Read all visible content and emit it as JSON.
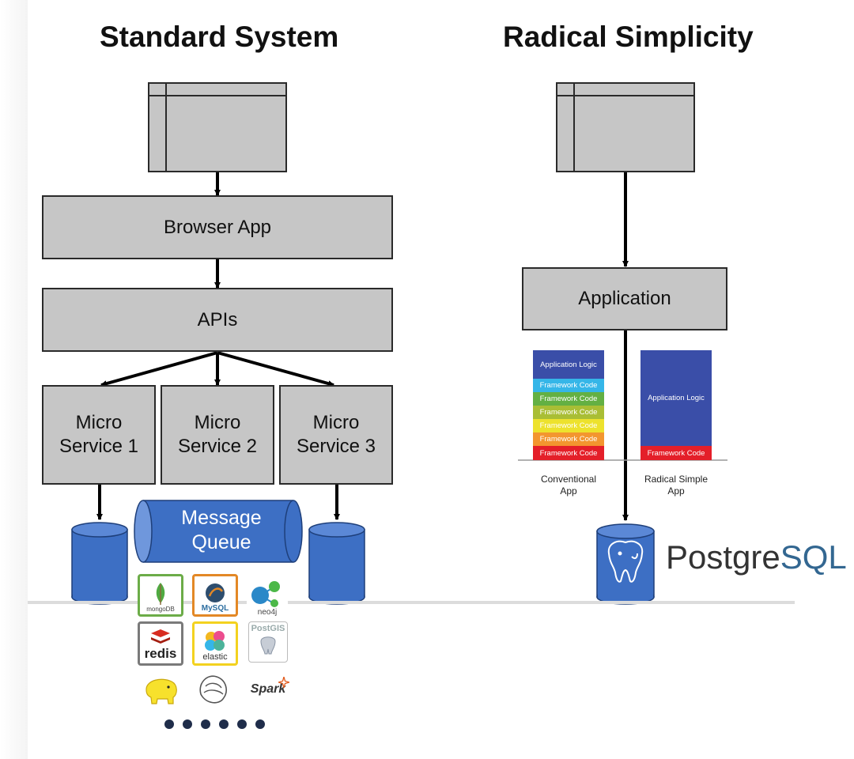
{
  "left": {
    "title": "Standard System",
    "browser_app": "Browser App",
    "apis": "APIs",
    "services": [
      {
        "line1": "Micro",
        "line2": "Service 1"
      },
      {
        "line1": "Micro",
        "line2": "Service 2"
      },
      {
        "line1": "Micro",
        "line2": "Service 3"
      }
    ],
    "message_queue": {
      "line1": "Message",
      "line2": "Queue"
    },
    "logos": {
      "mongodb": "mongoDB",
      "mysql": "MySQL",
      "neo4j": "neo4j",
      "redis": "redis",
      "elastic": "elastic",
      "postgis": "PostGIS",
      "spark": "Spark"
    }
  },
  "right": {
    "title": "Radical Simplicity",
    "application": "Application",
    "conventional": {
      "label_line1": "Conventional",
      "label_line2": "App",
      "segments": [
        {
          "label": "Application Logic",
          "color": "#3a4ea8"
        },
        {
          "label": "Framework Code",
          "color": "#35b6e8"
        },
        {
          "label": "Framework Code",
          "color": "#63b043"
        },
        {
          "label": "Framework Code",
          "color": "#a9be35"
        },
        {
          "label": "Framework Code",
          "color": "#ede22d"
        },
        {
          "label": "Framework Code",
          "color": "#f3962f"
        },
        {
          "label": "Framework Code",
          "color": "#e41f29"
        }
      ]
    },
    "radical": {
      "label_line1": "Radical Simple",
      "label_line2": "App",
      "segments": [
        {
          "label": "Application Logic",
          "color": "#3a4ea8"
        },
        {
          "label": "Framework Code",
          "color": "#e41f29"
        }
      ]
    },
    "postgres": {
      "part1": "Postgre",
      "part2": "SQL"
    }
  },
  "colors": {
    "box_fill": "#c6c6c6",
    "db_fill": "#3d6fc4",
    "queue_fill": "#3d6fc4"
  }
}
